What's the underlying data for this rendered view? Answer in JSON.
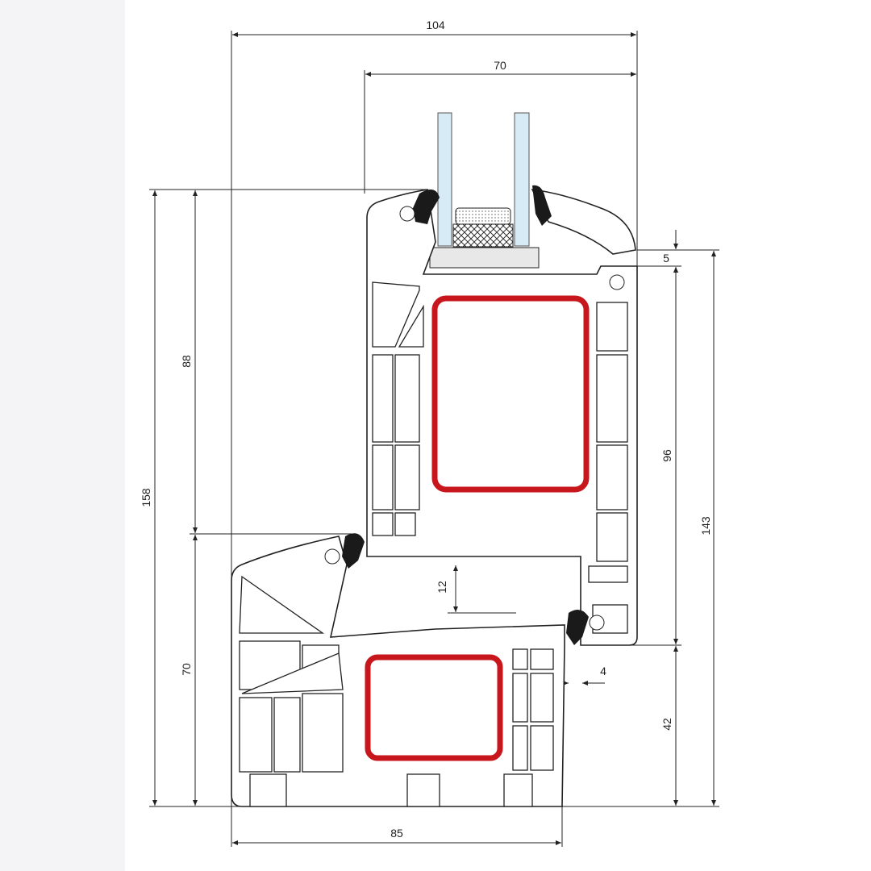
{
  "title": "Window profile cross-section",
  "dimensions": {
    "overall_width": "104",
    "sash_width": "70",
    "glass_rebate": "5",
    "sash_height": "88",
    "overall_height": "158",
    "inner_height": "96",
    "total_right_height": "143",
    "overlap": "12",
    "frame_height": "70",
    "gap": "4",
    "frame_lower": "42",
    "frame_width": "85"
  },
  "colors": {
    "reinforcement": "#c8161d",
    "glass": "#d6ebf5",
    "strip": "#f4f4f6"
  }
}
